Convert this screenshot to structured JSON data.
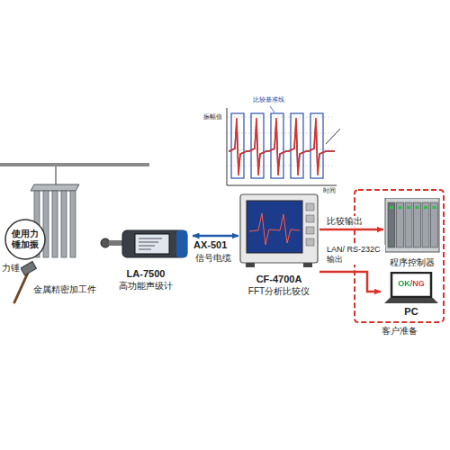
{
  "diagram": {
    "nodes": [
      {
        "text": [
          "使用力锤加振"
        ]
      },
      {
        "text": [
          "LA-7500",
          "高功能声级计"
        ]
      },
      {
        "text": [
          "CF-4700A",
          "FFT分析比较仪"
        ]
      },
      {
        "text": [
          "客户准备"
        ]
      },
      {
        "text": [
          "程序控制器"
        ],
        "in": 3
      },
      {
        "text": [
          "OK/NG",
          "PC"
        ],
        "in": 3
      }
    ],
    "edges": [
      {
        "from": 1,
        "to": 2,
        "arrow": "both",
        "label": "AX-501"
      },
      {
        "from": 2,
        "to": 4,
        "arrow": "to",
        "label": "比较输出"
      },
      {
        "from": 2,
        "to": 5,
        "arrow": "to",
        "label": "LAN/ RS-232C输出"
      }
    ],
    "labels": [
      "比较基准线",
      "振幅值",
      "时间",
      "力锤",
      "金属精密加工件",
      "信号电缆"
    ]
  }
}
